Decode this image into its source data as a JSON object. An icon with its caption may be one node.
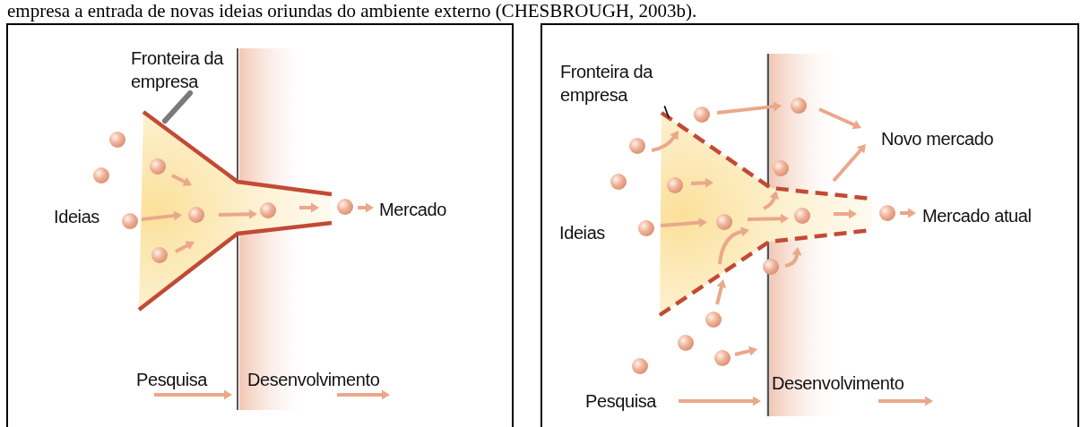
{
  "diagram": {
    "nodes": [
      {
        "text": [
          "Fronteira da empresa"
        ]
      },
      {
        "text": [],
        "shape": "picture"
      },
      {
        "text": [
          "Fronteira da empresa"
        ]
      },
      {
        "text": [],
        "shape": "picture"
      }
    ],
    "edges": [
      {
        "from": 0,
        "to": 1,
        "arrow": "none",
        "style": "thick",
        "color": "#7a7a7a"
      },
      {
        "from": 2,
        "to": 3,
        "arrow": "none",
        "color": "#111111"
      }
    ],
    "labels": [
      "empresa a entrada de novas ideias oriundas do ambiente externo (CHESBROUGH, 2003b).",
      "Ideias",
      "Mercado",
      "Pesquisa",
      "Desenvolvimento",
      "Ideias",
      "Novo mercado",
      "Mercado atual",
      "Pesquisa",
      "Desenvolvimento"
    ]
  }
}
